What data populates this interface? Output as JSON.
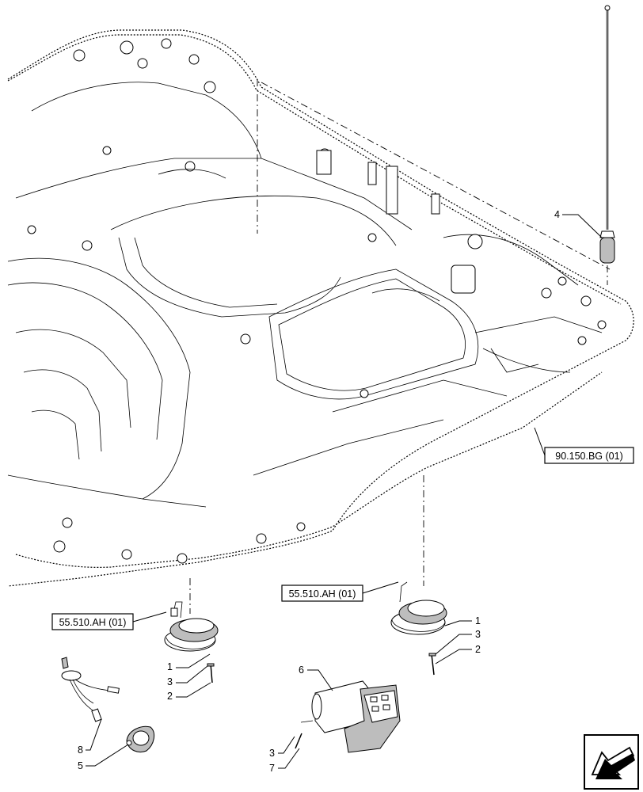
{
  "references": {
    "roof": "90.150.BG (01)",
    "left_speaker": "55.510.AH (01)",
    "right_speaker": "55.510.AH (01)"
  },
  "callouts": {
    "antenna": "4",
    "left_speaker": "1",
    "left_washer": "3",
    "left_screw": "2",
    "right_speaker": "1",
    "right_washer": "3",
    "right_screw": "2",
    "radio": "6",
    "radio_washer": "3",
    "radio_screw": "7",
    "cable": "8",
    "tweeter": "5"
  },
  "icons": {
    "navigation": "arrow-icon"
  }
}
